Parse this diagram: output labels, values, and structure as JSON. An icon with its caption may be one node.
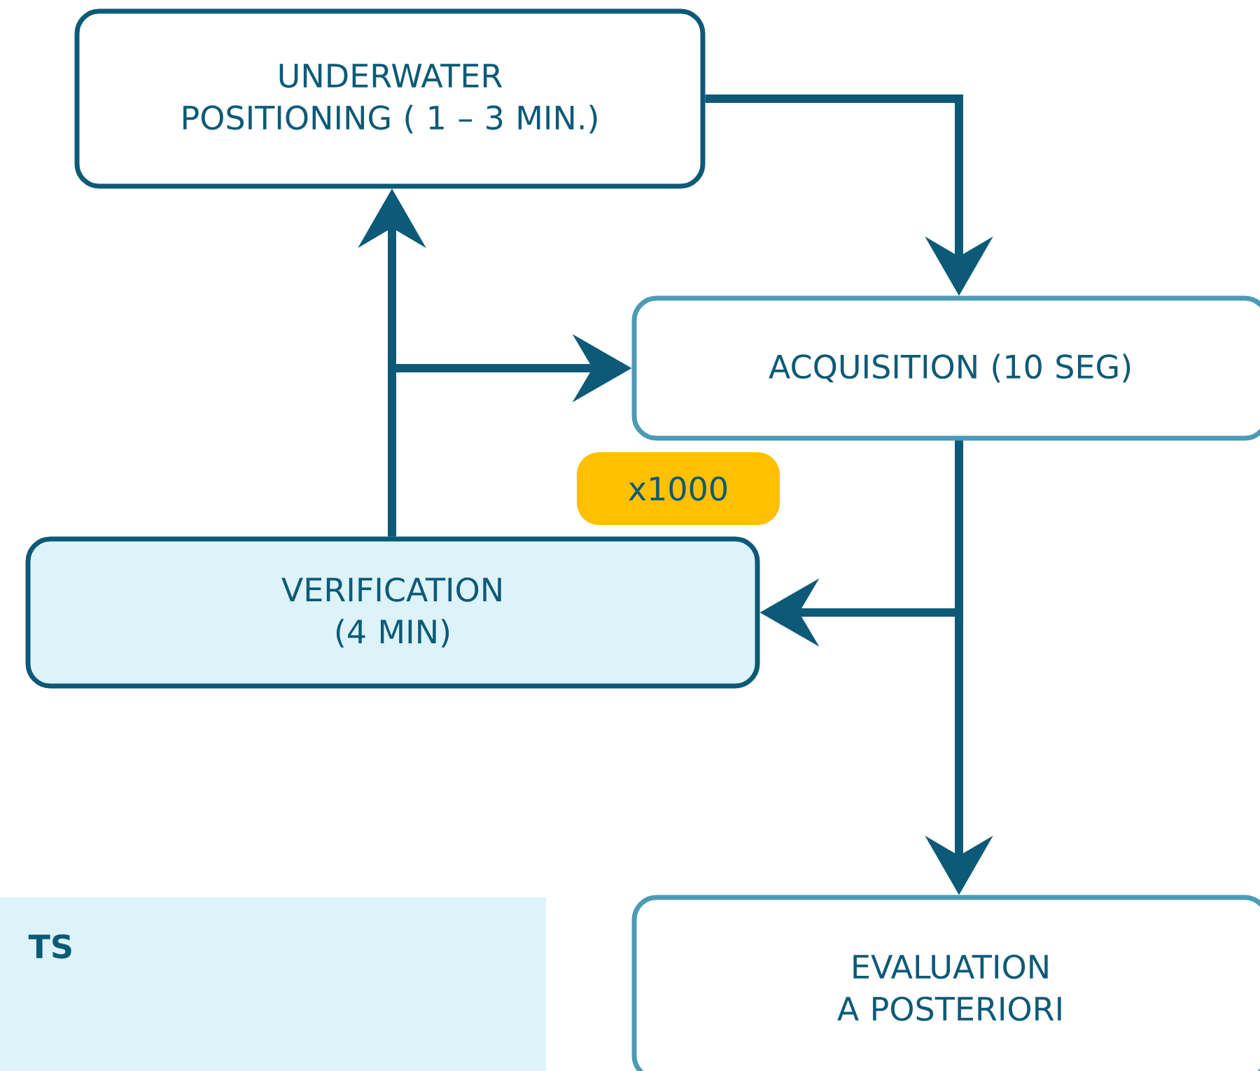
{
  "diagram": {
    "nodes": [
      {
        "text": [
          "UNDERWATER POSITIONING ( 1 – 3 MIN.)"
        ]
      },
      {
        "text": [
          "ACQUISITION (10 SEG)"
        ]
      },
      {
        "text": [
          "x1000"
        ]
      },
      {
        "text": [
          "VERIFICATION (4 MIN)"
        ]
      },
      {
        "text": [
          "EVALUATION A POSTERIORI"
        ]
      },
      {
        "text": [
          "TS"
        ]
      }
    ],
    "edges": [
      {
        "from": 0,
        "to": 1,
        "arrow": "to"
      },
      {
        "from": 1,
        "to": 3,
        "arrow": "to"
      },
      {
        "from": 1,
        "to": 4,
        "arrow": "to"
      },
      {
        "from": 3,
        "to": 0,
        "arrow": "to"
      },
      {
        "from": 3,
        "to": 1,
        "arrow": "to"
      }
    ]
  }
}
